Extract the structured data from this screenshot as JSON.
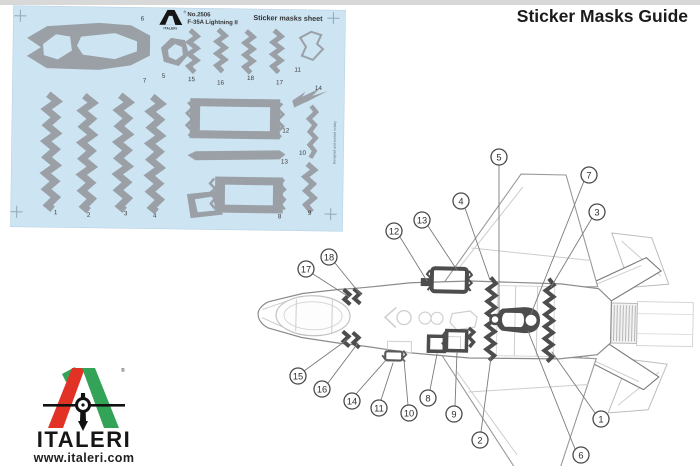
{
  "page": {
    "title": "Sticker Masks Guide"
  },
  "colors": {
    "sheet_background": "#cde4f2",
    "sheet_mask_gray": "#9aa0a6",
    "diagram_mask_dark": "#4d4d4d",
    "outline_gray": "#8c8c8c",
    "logo_green": "#33a457",
    "logo_red": "#e23226",
    "title_black": "#1b1b1b"
  },
  "sticker_sheet": {
    "brand": "ITALERI",
    "registered_mark": "®",
    "item_no": "No.2506",
    "subject": "F-35A Lightning II",
    "label": "Sticker masks sheet",
    "side_note": "Designed and printed in Italy",
    "part_labels": [
      "1",
      "2",
      "3",
      "4",
      "5",
      "6",
      "7",
      "8",
      "9",
      "10",
      "11",
      "12",
      "13",
      "14",
      "15",
      "16",
      "17",
      "18"
    ]
  },
  "diagram": {
    "callouts": [
      "1",
      "2",
      "3",
      "4",
      "5",
      "6",
      "7",
      "8",
      "9",
      "10",
      "11",
      "12",
      "13",
      "14",
      "15",
      "16",
      "17",
      "18"
    ]
  },
  "footer_logo": {
    "brand": "ITALERI",
    "website": "www.italeri.com",
    "registered_mark": "®"
  }
}
